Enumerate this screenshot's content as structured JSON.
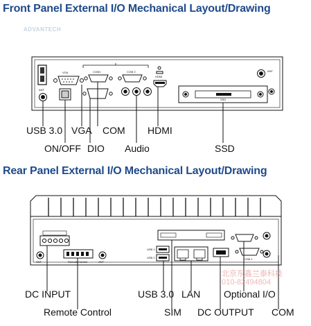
{
  "titles": {
    "front": "Front Panel External I/O Mechanical Layout/Drawing",
    "rear": "Rear Panel External I/O Mechanical Layout/Drawing"
  },
  "logo": "ADVANTECH",
  "front_labels": {
    "usb": "USB 3.0",
    "vga": "VGA",
    "com": "COM",
    "hdmi": "HDMI",
    "onoff": "ON/OFF",
    "dio": "DIO",
    "audio": "Audio",
    "ssd": "SSD"
  },
  "rear_labels": {
    "dc_input": "DC INPUT",
    "remote": "Remote Control",
    "usb": "USB 3.0",
    "sim": "SIM",
    "lan": "LAN",
    "dc_output": "DC OUTPUT",
    "optional_io": "Optional I/O",
    "com": "COM"
  },
  "panel_marks": {
    "vga": "VGA",
    "com1": "COM1",
    "com2": "COM 2",
    "hdmi": "HDMI",
    "ant1": "ANT",
    "ant2": "ANT",
    "ant3": "ANT",
    "ant4": "ANT",
    "ssd": "SSD",
    "remote": "Remote Control",
    "com": "COM 1",
    "usb1": "USB 1",
    "usb2": "USB 2"
  },
  "watermark": {
    "line1": "北京东鑫兰泰科技",
    "line2": "010-82494804"
  }
}
